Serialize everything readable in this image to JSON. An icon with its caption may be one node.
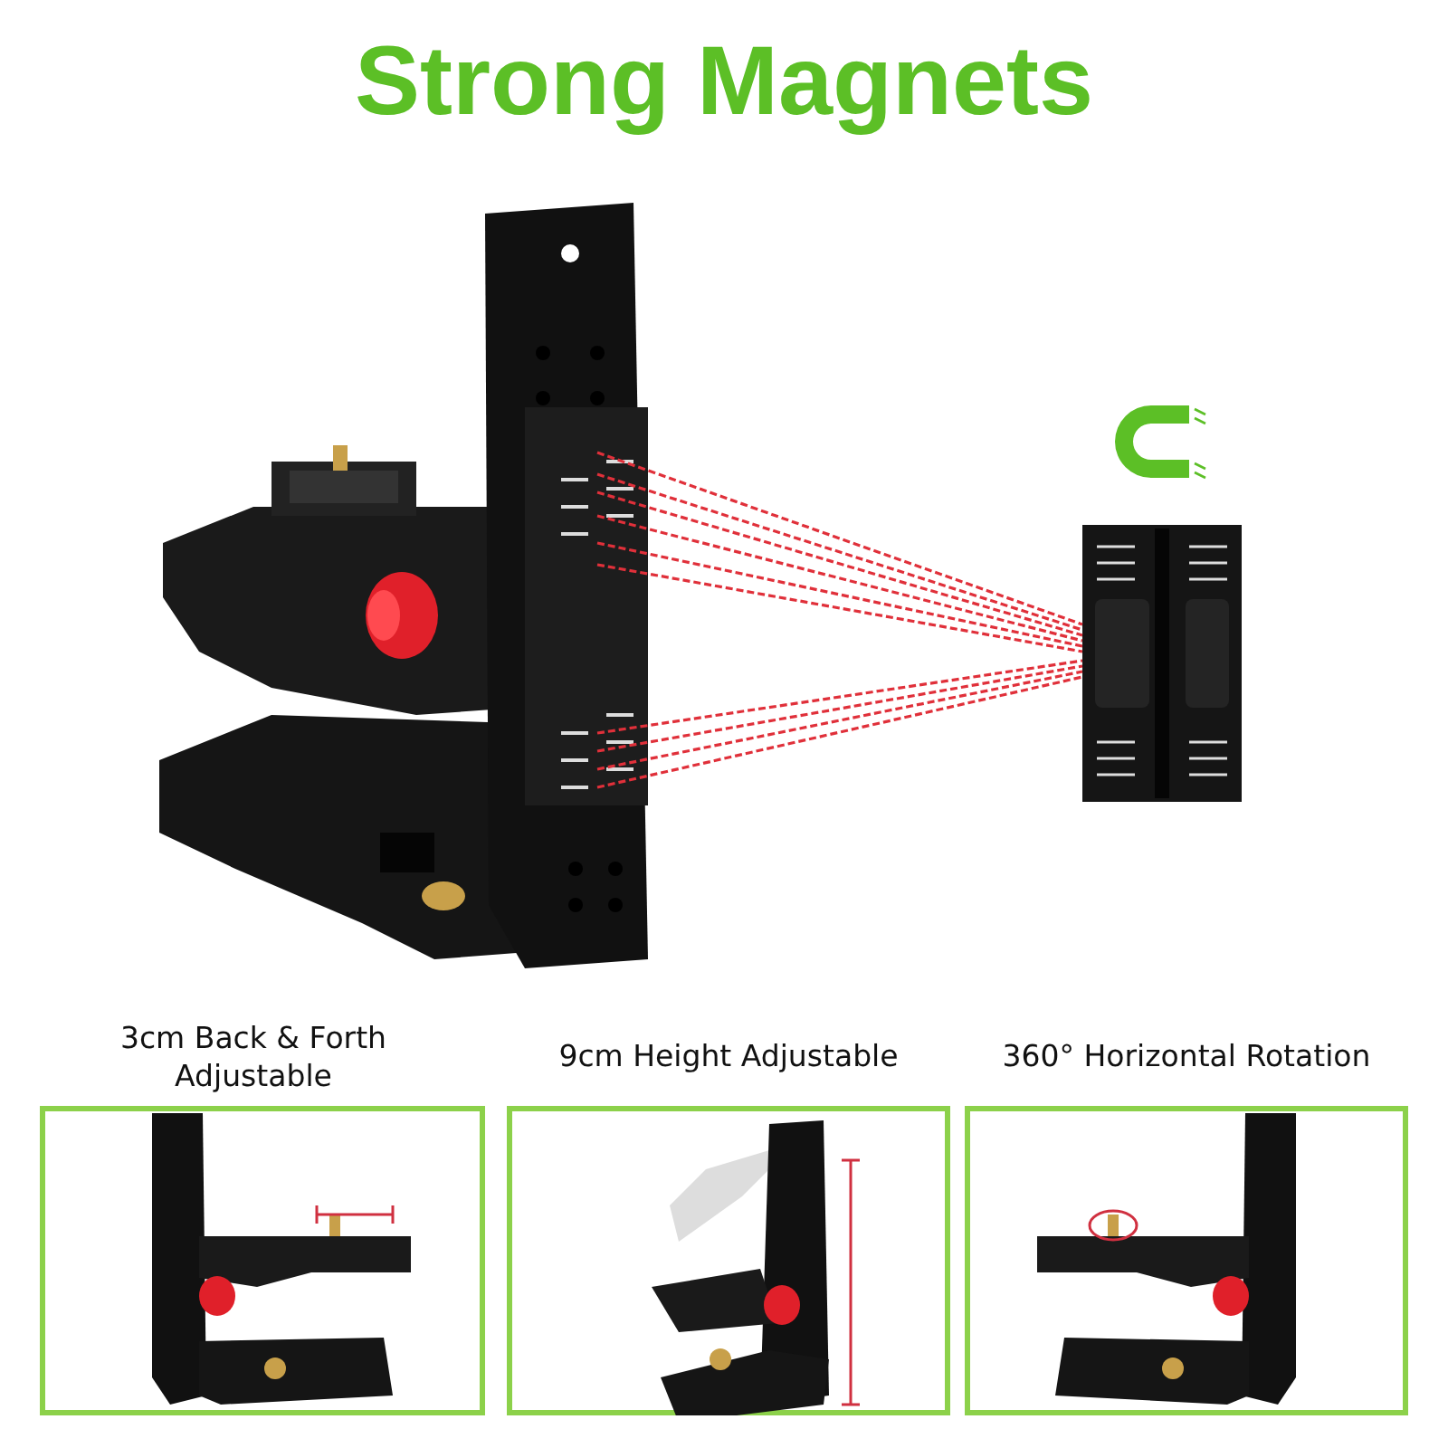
{
  "diagram": {
    "title": "Strong Magnets",
    "nodes": [
      {
        "text": [
          "3cm Back & Forth Adjustable"
        ]
      },
      {
        "text": [
          "9cm Height Adjustable"
        ]
      },
      {
        "text": [
          "360° Horizontal Rotation"
        ]
      }
    ]
  }
}
